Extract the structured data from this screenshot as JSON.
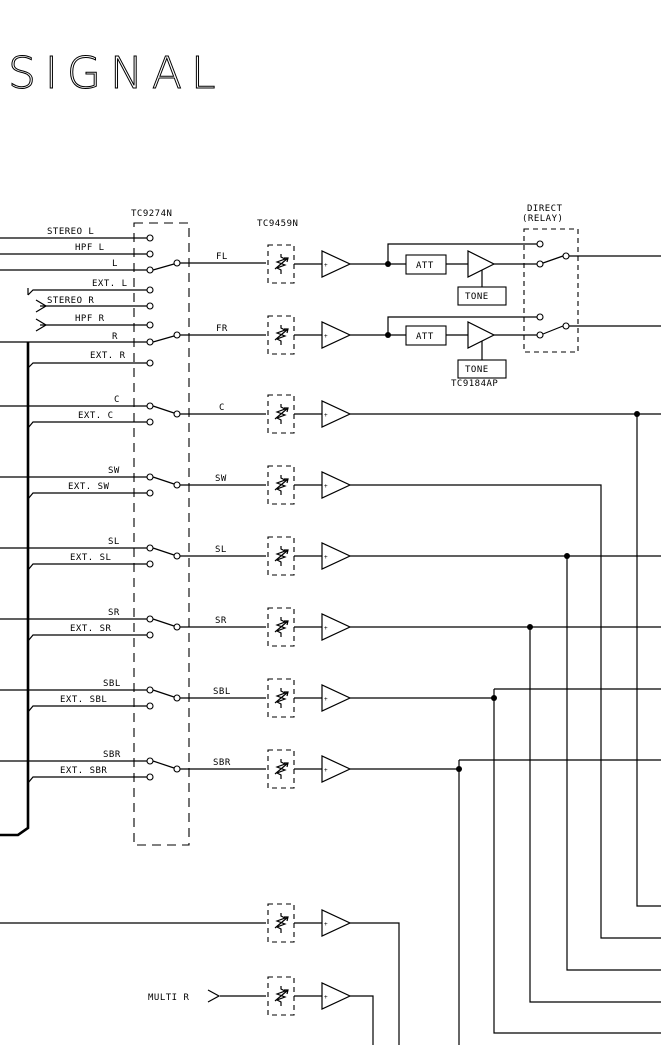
{
  "title": "SIGNAL",
  "chips": {
    "selector": "TC9274N",
    "volume": "TC9459N",
    "tone": "TC9184AP",
    "direct_line1": "DIRECT",
    "direct_line2": "(RELAY)"
  },
  "blocks": {
    "att": "ATT",
    "tone": "TONE"
  },
  "inputs": {
    "stereo_l": "STEREO L",
    "hpf_l": "HPF L",
    "l": "L",
    "ext_l": "EXT. L",
    "stereo_r": "STEREO R",
    "hpf_r": "HPF R",
    "r": "R",
    "ext_r": "EXT. R",
    "c": "C",
    "ext_c": "EXT. C",
    "sw": "SW",
    "ext_sw": "EXT. SW",
    "sl": "SL",
    "ext_sl": "EXT. SL",
    "sr": "SR",
    "ext_sr": "EXT. SR",
    "sbl": "SBL",
    "ext_sbl": "EXT. SBL",
    "sbr": "SBR",
    "ext_sbr": "EXT. SBR",
    "multi_r": "MULTI R"
  },
  "channels": [
    "FL",
    "FR",
    "C",
    "SW",
    "SL",
    "SR",
    "SBL",
    "SBR"
  ]
}
